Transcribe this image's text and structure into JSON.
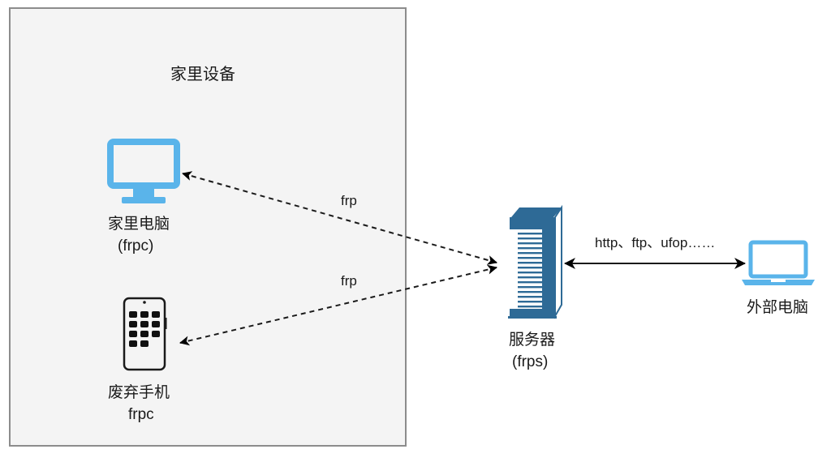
{
  "group": {
    "title": "家里设备"
  },
  "nodes": {
    "home_pc": {
      "name": "家里电脑",
      "sub": "(frpc)",
      "icon": "desktop-monitor-icon",
      "color": "#5ab4ea"
    },
    "old_phone": {
      "name": "废弃手机",
      "sub": "frpc",
      "icon": "smartphone-icon",
      "color": "#1a1a1a"
    },
    "server": {
      "name": "服务器",
      "sub": "(frps)",
      "icon": "server-tower-icon",
      "color": "#2e6a96"
    },
    "external_pc": {
      "name": "外部电脑",
      "icon": "laptop-icon",
      "color": "#5ab4ea"
    }
  },
  "edges": [
    {
      "from": "server",
      "to": "home_pc",
      "label": "frp",
      "style": "dashed"
    },
    {
      "from": "server",
      "to": "old_phone",
      "label": "frp",
      "style": "dashed"
    },
    {
      "from": "server",
      "to": "external_pc",
      "label": "http、ftp、ufop……",
      "style": "solid-bidirectional"
    }
  ]
}
